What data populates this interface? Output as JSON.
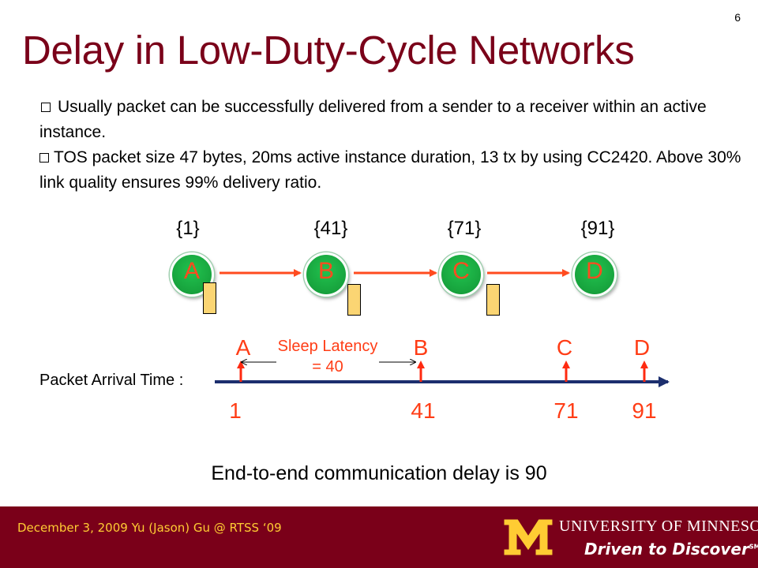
{
  "slide_number": "6",
  "title": "Delay in Low-Duty-Cycle Networks",
  "bullets": [
    "Usually packet can be successfully delivered from a sender to a receiver within an active instance.",
    "TOS packet size 47 bytes, 20ms active instance duration, 13 tx by using CC2420. Above 30% link quality ensures 99% delivery ratio."
  ],
  "nodes": [
    {
      "label": "A",
      "set": "{1}"
    },
    {
      "label": "B",
      "set": "{41}"
    },
    {
      "label": "C",
      "set": "{71}"
    },
    {
      "label": "D",
      "set": "{91}"
    }
  ],
  "timeline": {
    "caption": "Packet Arrival Time :",
    "sleep_label_line1": "Sleep Latency",
    "sleep_label_line2": "= 40",
    "points": [
      {
        "label": "A",
        "time": "1"
      },
      {
        "label": "B",
        "time": "41"
      },
      {
        "label": "C",
        "time": "71"
      },
      {
        "label": "D",
        "time": "91"
      }
    ]
  },
  "conclusion": "End-to-end communication delay is 90",
  "footer": {
    "left_text": "December 3, 2009 Yu (Jason) Gu @ RTSS ‘09",
    "university_line": "UNIVERSITY OF MINNESOTA",
    "tagline": "Driven to Discover",
    "tagline_mark": "SM"
  },
  "colors": {
    "maroon": "#7a0019",
    "gold": "#ffcc33",
    "node_green": "#17a33d",
    "arrow_orange": "#ff4b1f",
    "timeline_navy": "#1c2f6e",
    "packet_fill": "#fbd573"
  }
}
